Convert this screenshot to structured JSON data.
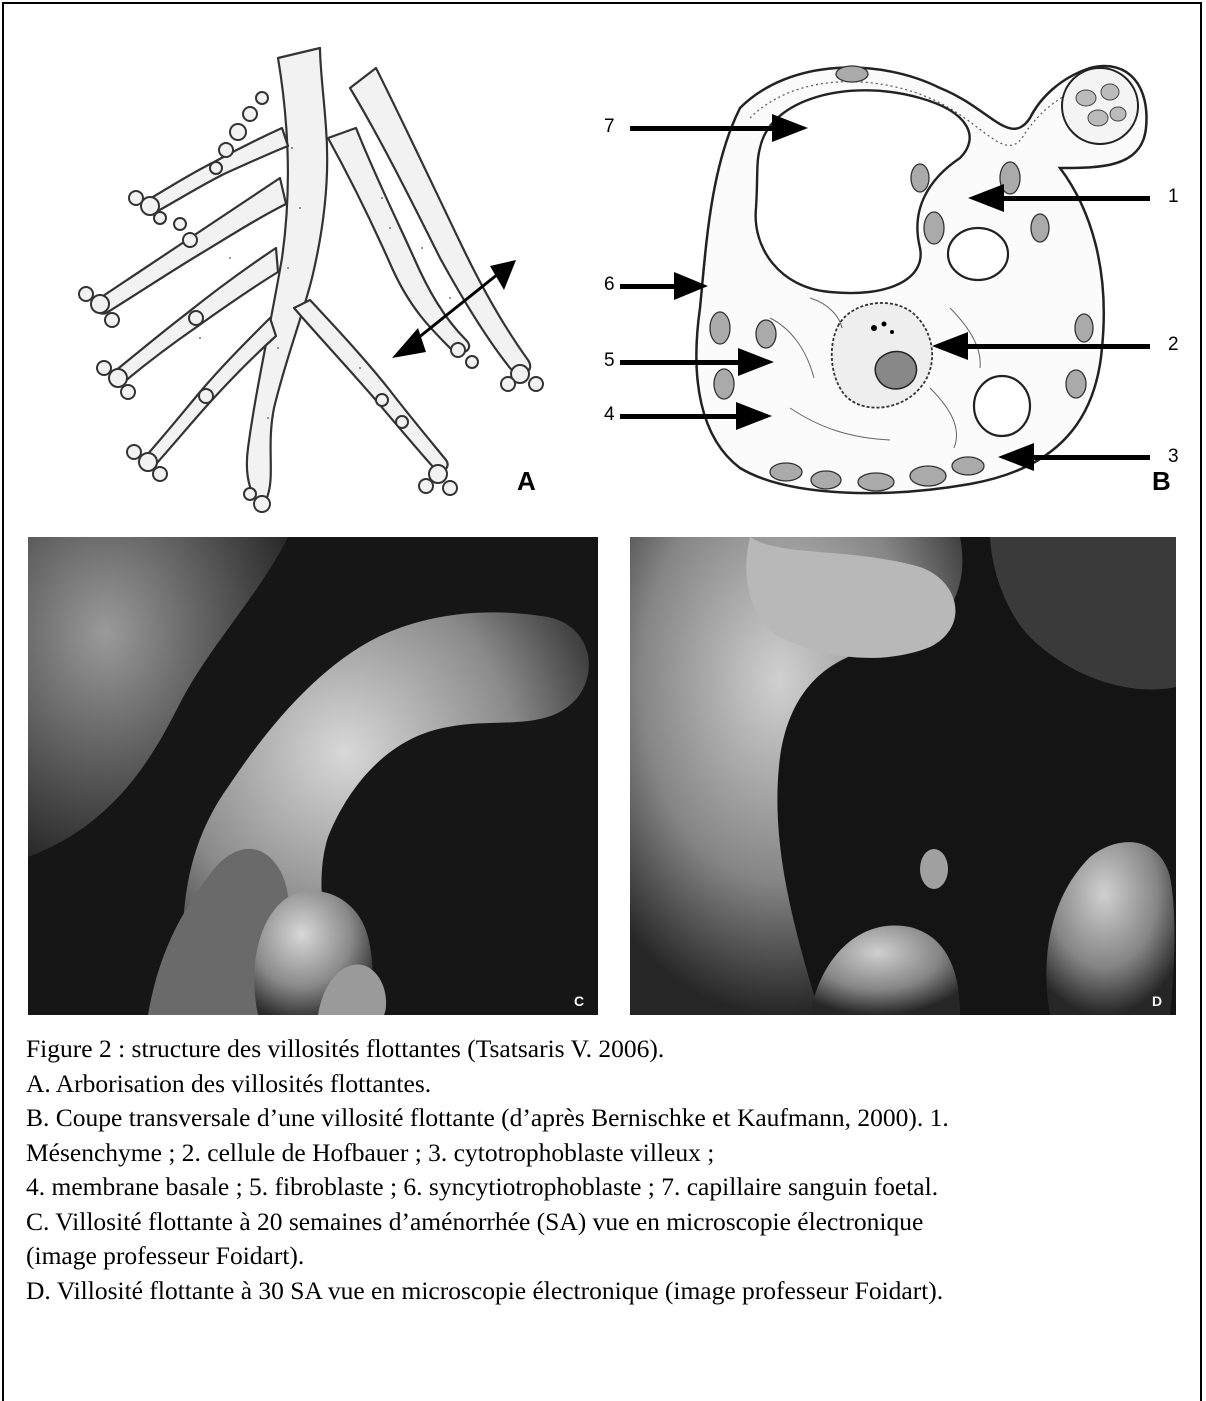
{
  "panels": {
    "a": {
      "letter": "A"
    },
    "b": {
      "letter": "B",
      "labels": [
        "1",
        "2",
        "3",
        "4",
        "5",
        "6",
        "7"
      ]
    },
    "c": {
      "letter": "C"
    },
    "d": {
      "letter": "D"
    }
  },
  "caption": {
    "lines": [
      "Figure 2 : structure des villosités flottantes (Tsatsaris V. 2006).",
      "A. Arborisation des villosités flottantes.",
      "B. Coupe transversale d’une villosité flottante (d’après Bernischke et Kaufmann, 2000). 1.",
      "Mésenchyme ; 2. cellule de Hofbauer ; 3. cytotrophoblaste villeux ;",
      "4. membrane basale ; 5. fibroblaste ; 6. syncytiotrophoblaste ; 7. capillaire sanguin foetal.",
      "C. Villosité flottante à 20 semaines d’aménorrhée (SA) vue en microscopie électronique",
      "(image professeur Foidart).",
      "D. Villosité flottante à 30 SA vue en microscopie électronique (image professeur Foidart)."
    ]
  }
}
